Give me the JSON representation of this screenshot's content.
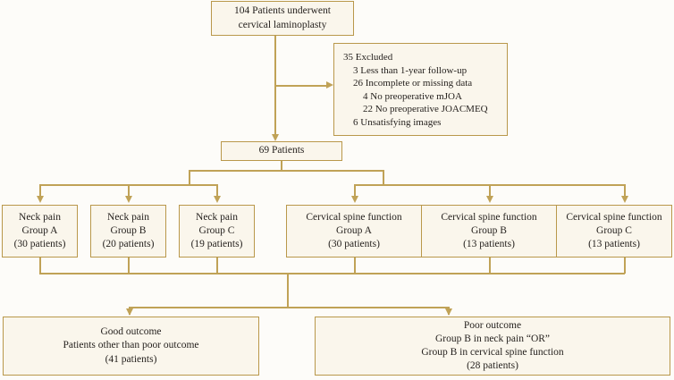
{
  "diagram": {
    "title": "Patient flow diagram of cervical laminoplasty study",
    "colors": {
      "box_fill": "#faf6ec",
      "box_border": "#b9984b",
      "connector": "#c0a257",
      "text": "#231f1c",
      "background": "#fdfcf9"
    },
    "nodes": {
      "enrolled": {
        "lines": [
          "104 Patients underwent",
          "cervical laminoplasty"
        ]
      },
      "excluded": {
        "lines": [
          "35 Excluded",
          "3 Less than 1-year follow-up",
          "26 Incomplete or missing data",
          "4 No preoperative  mJOA",
          "22 No preoperative JOACMEQ",
          "6 Unsatisfying images"
        ]
      },
      "included": {
        "lines": [
          "69 Patients"
        ]
      },
      "neck_pain_a": {
        "lines": [
          "Neck pain",
          "Group A",
          "(30 patients)"
        ]
      },
      "neck_pain_b": {
        "lines": [
          "Neck pain",
          "Group B",
          "(20 patients)"
        ]
      },
      "neck_pain_c": {
        "lines": [
          "Neck pain",
          "Group C",
          "(19 patients)"
        ]
      },
      "cervical_function_a": {
        "lines": [
          "Cervical spine function",
          "Group A",
          "(30 patients)"
        ]
      },
      "cervical_function_b": {
        "lines": [
          "Cervical spine function",
          "Group B",
          "(13 patients)"
        ]
      },
      "cervical_function_c": {
        "lines": [
          "Cervical spine function",
          "Group C",
          "(13 patients)"
        ]
      },
      "good_outcome": {
        "lines": [
          "Good outcome",
          "Patients other than poor outcome",
          "(41 patients)"
        ]
      },
      "poor_outcome": {
        "lines": [
          "Poor outcome",
          "Group B in neck pain “OR”",
          "Group B in cervical spine function",
          "(28 patients)"
        ]
      }
    }
  }
}
